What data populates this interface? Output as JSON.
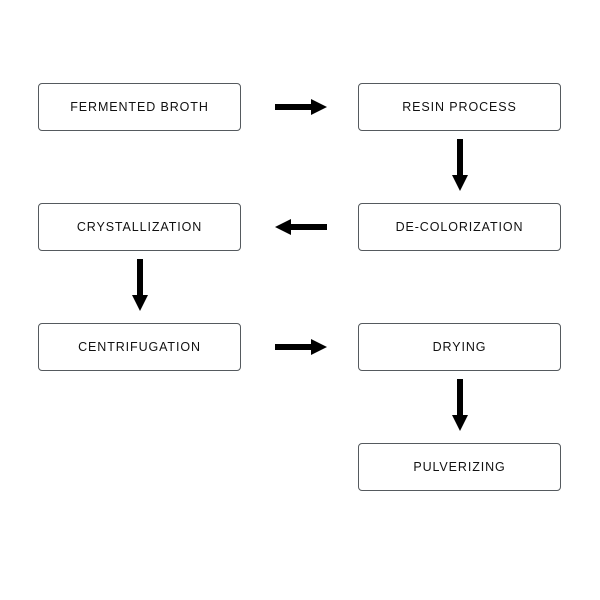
{
  "diagram": {
    "title": "Sugar / fermentation downstream processing flowchart",
    "background_color": "#ffffff",
    "box_border_color": "#555a5e",
    "arrow_color": "#000000",
    "text_color": "#111111",
    "nodes": [
      {
        "id": "fermented-broth",
        "label": "FERMENTED BROTH",
        "column": "left",
        "row": 1
      },
      {
        "id": "resin-process",
        "label": "RESIN PROCESS",
        "column": "right",
        "row": 1
      },
      {
        "id": "crystallization",
        "label": "CRYSTALLIZATION",
        "column": "left",
        "row": 2
      },
      {
        "id": "de-colorization",
        "label": "DE-COLORIZATION",
        "column": "right",
        "row": 2
      },
      {
        "id": "centrifugation",
        "label": "CENTRIFUGATION",
        "column": "left",
        "row": 3
      },
      {
        "id": "drying",
        "label": "DRYING",
        "column": "right",
        "row": 3
      },
      {
        "id": "pulverizing",
        "label": "PULVERIZING",
        "column": "right",
        "row": 4
      }
    ],
    "arrows": [
      {
        "id": "arrow-fermented-broth-to-resin-process",
        "direction": "right",
        "from": "fermented-broth",
        "to": "resin-process"
      },
      {
        "id": "arrow-resin-process-to-de-colorization",
        "direction": "down",
        "from": "resin-process",
        "to": "de-colorization"
      },
      {
        "id": "arrow-de-colorization-to-crystallization",
        "direction": "left",
        "from": "de-colorization",
        "to": "crystallization"
      },
      {
        "id": "arrow-crystallization-to-centrifugation",
        "direction": "down",
        "from": "crystallization",
        "to": "centrifugation"
      },
      {
        "id": "arrow-centrifugation-to-drying",
        "direction": "right",
        "from": "centrifugation",
        "to": "drying"
      },
      {
        "id": "arrow-drying-to-pulverizing",
        "direction": "down",
        "from": "drying",
        "to": "pulverizing"
      }
    ]
  }
}
